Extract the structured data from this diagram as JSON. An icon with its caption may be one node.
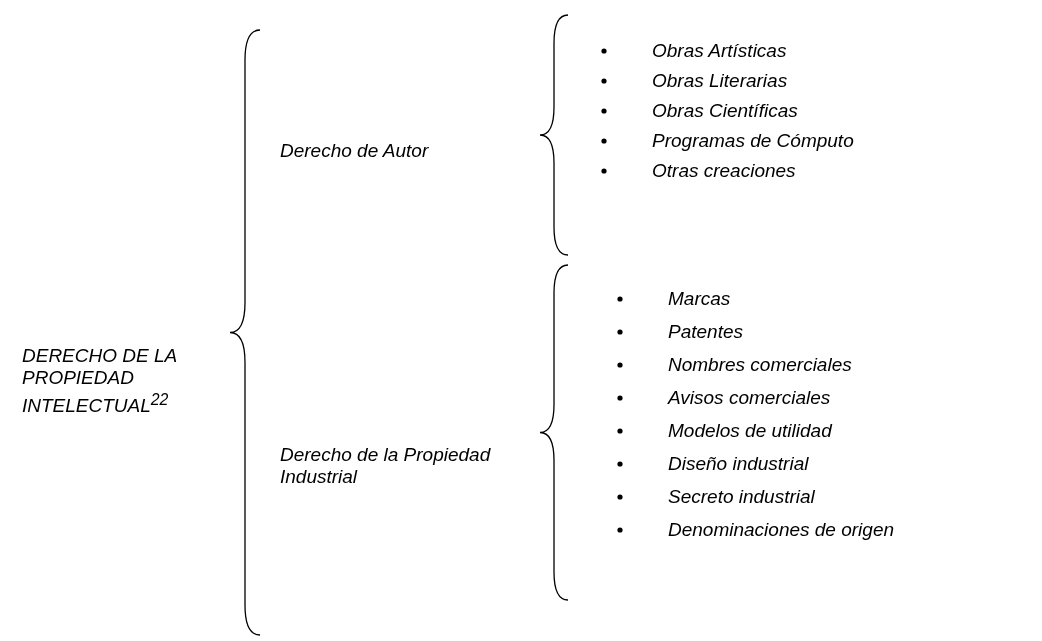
{
  "diagram": {
    "labels": [
      "DERECHO DE LA PROPIEDAD INTELECTUAL$^{22}$",
      "Derecho de Autor",
      "Obras Artísticas",
      "Obras Literarias",
      "Obras Científicas",
      "Programas de Cómputo",
      "Otras creaciones",
      "Derecho de la Propiedad Industrial",
      "Marcas",
      "Patentes",
      "Nombres comerciales",
      "Avisos comerciales",
      "Modelos de utilidad",
      "Diseño industrial",
      "Secreto industrial",
      "Denominaciones de origen"
    ]
  }
}
